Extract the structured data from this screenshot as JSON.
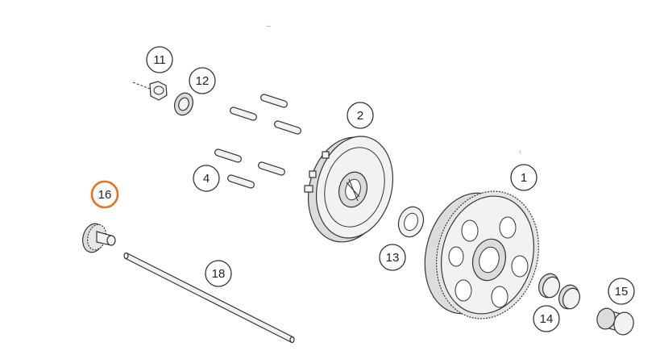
{
  "diagram": {
    "highlight_color": "#e8731f",
    "callouts": [
      {
        "id": "c1",
        "label": "1"
      },
      {
        "id": "c2",
        "label": "2"
      },
      {
        "id": "c4",
        "label": "4"
      },
      {
        "id": "c11",
        "label": "11"
      },
      {
        "id": "c12",
        "label": "12"
      },
      {
        "id": "c13",
        "label": "13"
      },
      {
        "id": "c14",
        "label": "14"
      },
      {
        "id": "c15",
        "label": "15"
      },
      {
        "id": "c16",
        "label": "16",
        "highlighted": true
      },
      {
        "id": "c18",
        "label": "18"
      }
    ]
  }
}
